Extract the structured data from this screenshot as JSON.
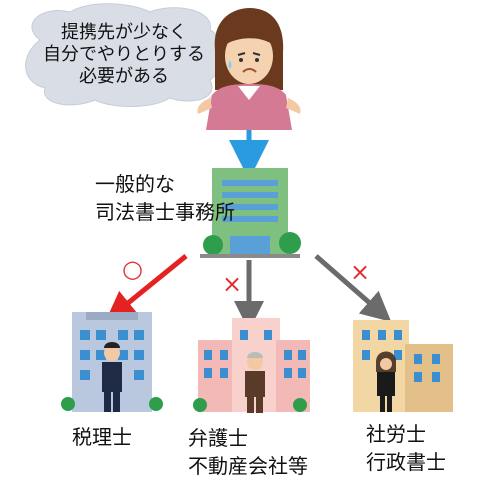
{
  "speech_bubble": {
    "lines": [
      "提携先が少なく",
      "自分でやりとりする",
      "必要がある"
    ]
  },
  "center_office": {
    "lines": [
      "一般的な",
      "司法書士事務所"
    ]
  },
  "marks": {
    "ok": "○",
    "ng_lawyer": "×",
    "ng_labor": "×"
  },
  "destinations": [
    {
      "lines": [
        "税理士"
      ]
    },
    {
      "lines": [
        "弁護士",
        "不動産会社等"
      ]
    },
    {
      "lines": [
        "社労士",
        "行政書士"
      ]
    }
  ],
  "colors": {
    "bubble": "#d9dee6",
    "arrow_down": "#2a9be0",
    "arrow_ok": "#e52222",
    "arrow_ng": "#6b6b6b",
    "mark": "#e03030"
  }
}
